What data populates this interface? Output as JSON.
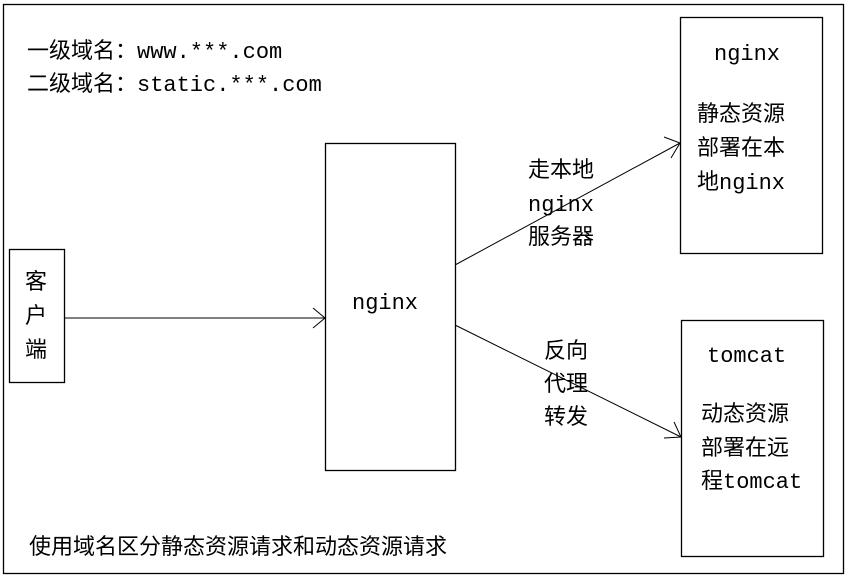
{
  "header": {
    "line1": "一级域名：www.***.com",
    "line2": "二级域名：static.***.com"
  },
  "client": {
    "lines": [
      "客",
      "户",
      "端"
    ]
  },
  "center": {
    "label": "nginx"
  },
  "static_server": {
    "title": "nginx",
    "lines": [
      "静态资源",
      "部署在本",
      "地nginx"
    ]
  },
  "dynamic_server": {
    "title": "tomcat",
    "lines": [
      "动态资源",
      "部署在远",
      "程tomcat"
    ]
  },
  "arrow_static": {
    "lines": [
      "走本地",
      "nginx",
      "服务器"
    ]
  },
  "arrow_dynamic": {
    "lines": [
      "反向",
      "代理",
      "转发"
    ]
  },
  "footer": {
    "caption": "使用域名区分静态资源请求和动态资源请求"
  }
}
